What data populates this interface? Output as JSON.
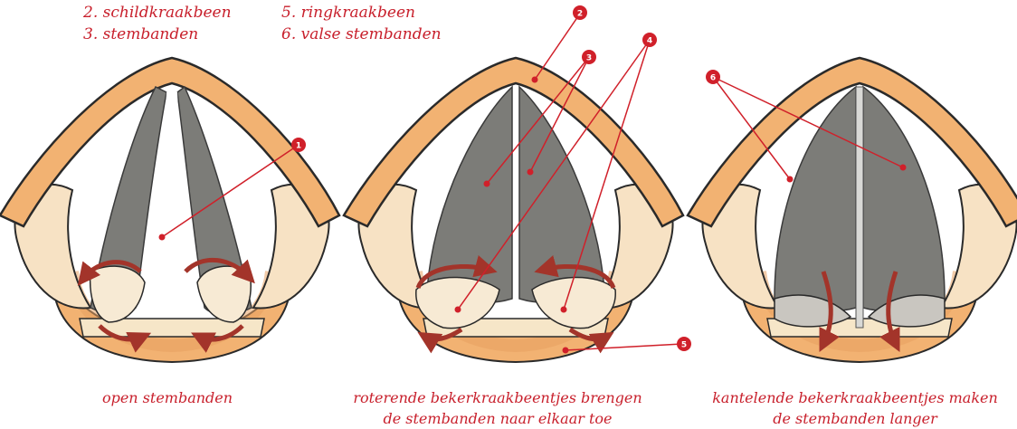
{
  "legend": {
    "col1": [
      "2. schildkraakbeen",
      "3. stembanden"
    ],
    "col2": [
      "5. ringkraakbeen",
      "6. valse stembanden"
    ]
  },
  "markers": [
    "1",
    "2",
    "3",
    "4",
    "5",
    "6"
  ],
  "captions": {
    "panel1": [
      "open stembanden"
    ],
    "panel2": [
      "roterende bekerkraakbeentjes brengen",
      "de stembanden naar elkaar toe"
    ],
    "panel3": [
      "kantelende bekerkraakbeentjes maken",
      "de stembanden langer"
    ]
  },
  "colors": {
    "label_red": "#c8202c",
    "cartilage_orange": "#f2b272",
    "cartilage_outline": "#2a2a2a",
    "muscle_gray": "#7c7c78",
    "arrow_red": "#a3342a"
  }
}
